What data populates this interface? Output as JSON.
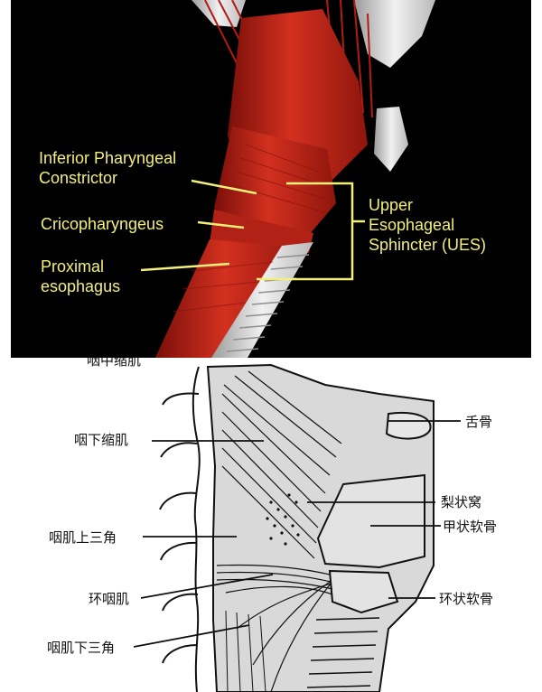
{
  "top_figure": {
    "labels": {
      "inferior_pharyngeal_constrictor": "Inferior Pharyngeal\nConstrictor",
      "cricopharyngeus": "Cricopharyngeus",
      "proximal_esophagus": "Proximal\nesophagus",
      "ues": "Upper\nEsophageal\nSphincter (UES)"
    },
    "colors": {
      "label": "#f3ef7a",
      "muscle": "#c8241c",
      "background": "#000000"
    }
  },
  "bottom_figure": {
    "labels": {
      "top_cut": "咽中缩肌",
      "hyoid": "舌骨",
      "inferior_constrictor": "咽下缩肌",
      "piriform_fossa": "梨状窝",
      "thyroid_cartilage": "甲状软骨",
      "upper_triangle": "咽肌上三角",
      "cricopharyngeus": "环咽肌",
      "cricoid_cartilage": "环状软骨",
      "lower_triangle": "咽肌下三角"
    },
    "colors": {
      "fill": "#d9d9d9",
      "line": "#111111"
    }
  }
}
